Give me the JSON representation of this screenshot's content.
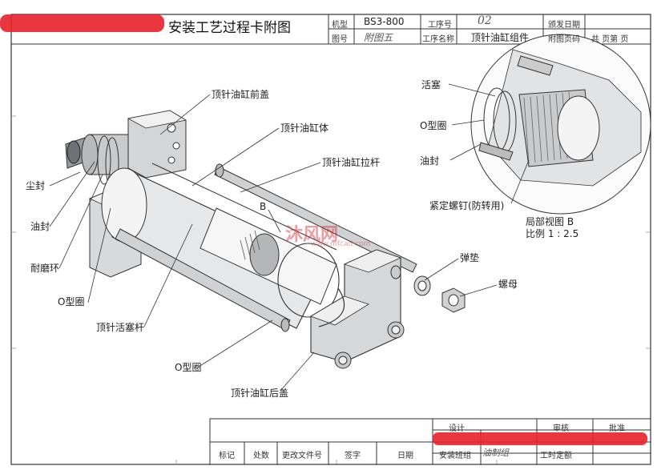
{
  "header": {
    "title": "安装工艺过程卡附图",
    "model_label": "机型",
    "model_value": "BS3-800",
    "drawing_no_label": "图号",
    "drawing_no_value": "附图五",
    "op_no_label": "工序号",
    "op_no_value": "02",
    "op_name_label": "工序名称",
    "op_name_value": "顶针油缸组件",
    "issue_date_label": "颁发日期",
    "page_label": "附图页码",
    "total_label": "共  页第  页"
  },
  "callouts": {
    "front_cover": "顶针油缸前盖",
    "cylinder_body": "顶针油缸体",
    "tie_rod": "顶针油缸拉杆",
    "dust_seal": "尘封",
    "oil_seal_left": "油封",
    "wear_ring": "耐磨环",
    "o_ring_left": "O型圈",
    "piston_rod": "顶针活塞杆",
    "o_ring_bottom": "O型圈",
    "rear_cover": "顶针油缸后盖",
    "spring_washer": "弹垫",
    "nut": "螺母",
    "detail_marker": "B",
    "piston": "活塞",
    "o_ring_detail": "O型圈",
    "oil_seal_detail": "油封",
    "set_screw": "紧定螺钉(防转用)",
    "detail_view": "局部视图 B",
    "detail_scale": "比例 1 : 2.5"
  },
  "watermark": "沐风网",
  "watermark_url": "www.mfcad.com",
  "footer": {
    "design": "设计",
    "review": "审核",
    "approve": "批准",
    "mark": "标记",
    "count": "处数",
    "change_doc": "更改文件号",
    "signature": "签字",
    "date": "日期",
    "install_group": "安装班组",
    "install_group_value": "油制组",
    "work_hours": "工时定额"
  }
}
